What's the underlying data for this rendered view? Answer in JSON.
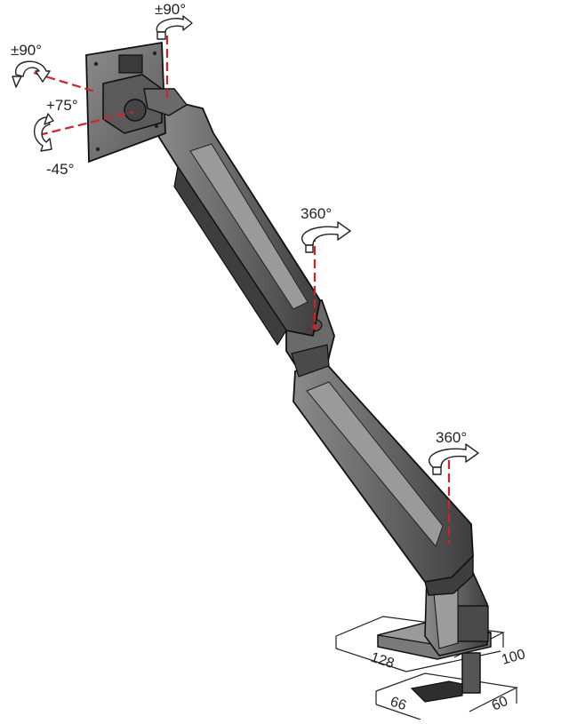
{
  "angles": {
    "top_swivel": "±90°",
    "rotation": "±90°",
    "tilt_up": "+75°",
    "tilt_down": "-45°",
    "elbow": "360°",
    "base": "360°"
  },
  "dimensions": {
    "base_width": "128",
    "base_depth": "100",
    "clamp_width": "66",
    "clamp_depth": "60"
  },
  "colors": {
    "metal": "#6e6e6e",
    "metal_light": "#9a9a9a",
    "metal_dark": "#3c3c3c",
    "outline": "#1a1a1a",
    "axis": "#d81f26",
    "arrow_fill": "#ffffff"
  },
  "icons": [
    "rotate-arrow-icon",
    "axis-line"
  ]
}
